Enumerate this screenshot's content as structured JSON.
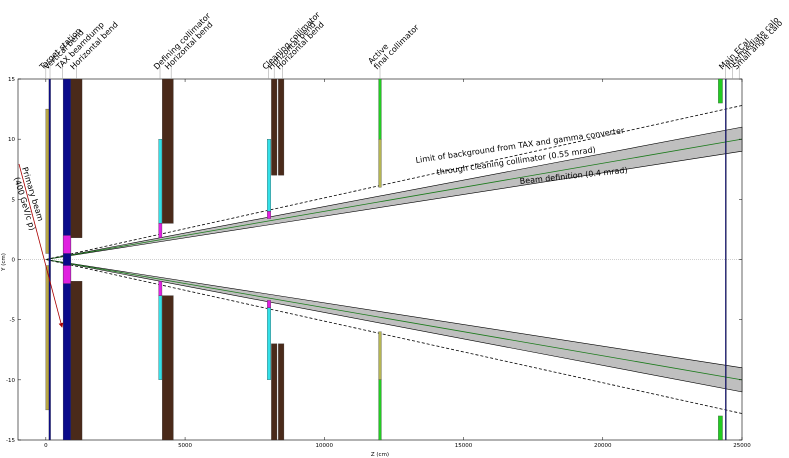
{
  "chart_data": {
    "type": "diagram",
    "xlabel": "Z (cm)",
    "ylabel": "Y (cm)",
    "xlim": [
      -1000,
      25000
    ],
    "ylim": [
      -15,
      15
    ],
    "x_ticks": [
      0,
      5000,
      10000,
      15000,
      20000,
      25000
    ],
    "y_ticks": [
      -15,
      -10,
      -5,
      0,
      5,
      10,
      15
    ],
    "components": [
      {
        "name": "Target station",
        "z": 0
      },
      {
        "name": "Vertical bend",
        "z": 150
      },
      {
        "name": "TAX beamdump",
        "z": 600
      },
      {
        "name": "Horizontal bend",
        "z": 1100
      },
      {
        "name": "Defining collimator",
        "z": 4100
      },
      {
        "name": "Horizontal bend",
        "z": 4500
      },
      {
        "name": "Cleaning collimator",
        "z": 8000
      },
      {
        "name": "Horizontal bend",
        "z": 8200
      },
      {
        "name": "Horizontal bend",
        "z": 8500
      },
      {
        "name": "Active\nfinal collimator",
        "z": 12000
      },
      {
        "name": "Main ECal",
        "z": 24400
      },
      {
        "name": "Intermediate calo",
        "z": 24650
      },
      {
        "name": "Small angle calo",
        "z": 24900
      }
    ],
    "annotations": {
      "primary_beam": "Primary beam\n(400 GeV/c p)",
      "background_limit": "Limit of background from TAX and gamma converter\nthrough cleaning collimator (0.55 mrad)",
      "beam_definition": "Beam definition (0.4 mrad)"
    },
    "colors": {
      "beam_band": "#bfbfbf",
      "beam_center": "#1a7a1a",
      "collimator_cyan": "#33e0e8",
      "collimator_magenta": "#e020e0",
      "bend_brown": "#4a2a1a",
      "tax_blue": "#0a0a8a",
      "target_olive": "#b7a648",
      "active_green": "#22cc22",
      "active_olive": "#b5b552",
      "primary_beam": "#aa0000"
    }
  }
}
